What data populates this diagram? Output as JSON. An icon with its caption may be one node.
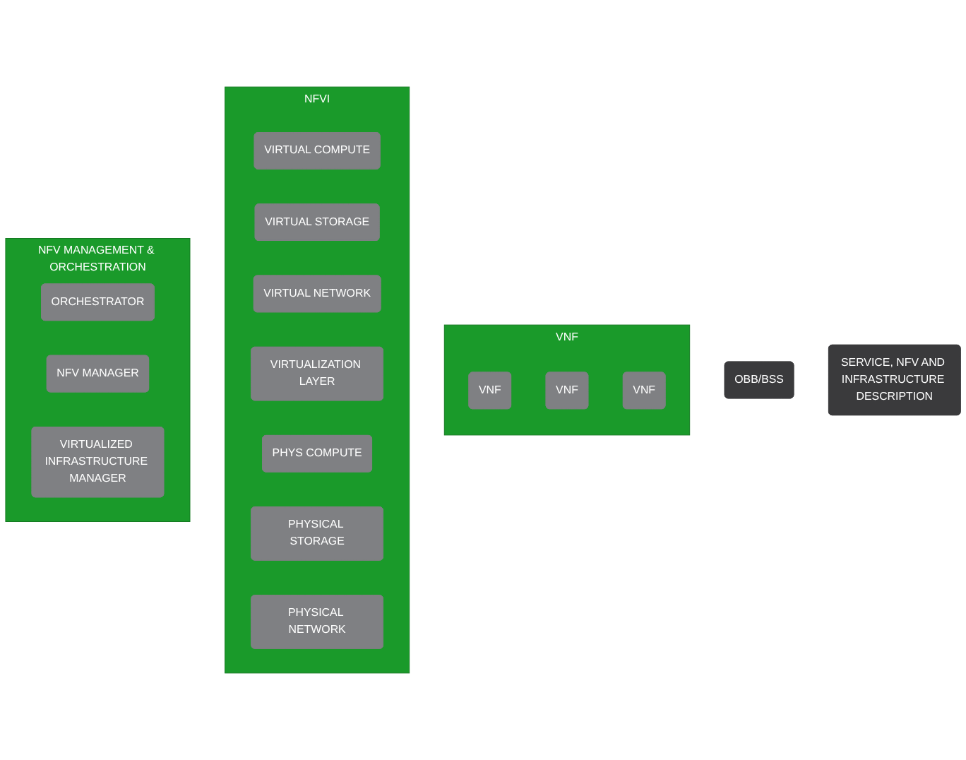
{
  "diagram": {
    "nodes": [
      {
        "text": [
          "OBB/BSS"
        ]
      },
      {
        "text": [
          "SERVICE, NFV AND INFRASTRUCTURE DESCRIPTION"
        ]
      },
      {
        "text": [
          "VNF"
        ]
      },
      {
        "text": [
          "VNF"
        ],
        "in": 2
      },
      {
        "text": [
          "VNF"
        ],
        "in": 2
      },
      {
        "text": [
          "VNF"
        ],
        "in": 2
      },
      {
        "text": [
          "NFVI"
        ]
      },
      {
        "text": [
          "VIRTUAL COMPUTE"
        ],
        "in": 6
      },
      {
        "text": [
          "VIRTUAL STORAGE"
        ],
        "in": 6
      },
      {
        "text": [
          "VIRTUAL NETWORK"
        ],
        "in": 6
      },
      {
        "text": [
          "VIRTUALIZATION LAYER"
        ],
        "in": 6
      },
      {
        "text": [
          "PHYS COMPUTE"
        ],
        "in": 6
      },
      {
        "text": [
          "PHYSICAL STORAGE"
        ],
        "in": 6
      },
      {
        "text": [
          "PHYSICAL NETWORK"
        ],
        "in": 6
      },
      {
        "text": [
          "NFV MANAGEMENT & ORCHESTRATION"
        ]
      },
      {
        "text": [
          "ORCHESTRATOR"
        ],
        "in": 14
      },
      {
        "text": [
          "NFV MANAGER"
        ],
        "in": 14
      },
      {
        "text": [
          "VIRTUALIZED INFRASTRUCTURE MANAGER"
        ],
        "in": 14
      }
    ]
  }
}
